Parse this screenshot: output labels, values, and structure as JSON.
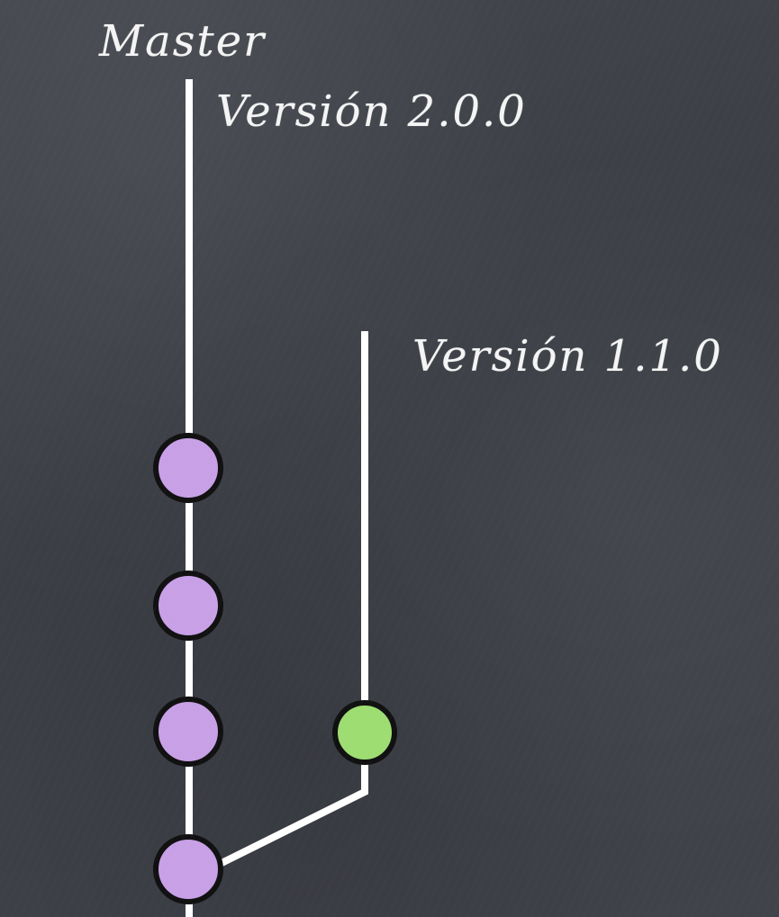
{
  "branches": {
    "master": {
      "label": "Master"
    },
    "version_2": {
      "label": "Versión 2.0.0"
    },
    "version_1": {
      "label": "Versión 1.1.0"
    }
  },
  "commits": {
    "master_count": 4,
    "version_1_count": 1
  },
  "colors": {
    "background": "#3f4249",
    "line": "#ffffff",
    "master_commit": "#c7a0e6",
    "branch_commit": "#9edd72",
    "commit_outline": "#111111"
  }
}
